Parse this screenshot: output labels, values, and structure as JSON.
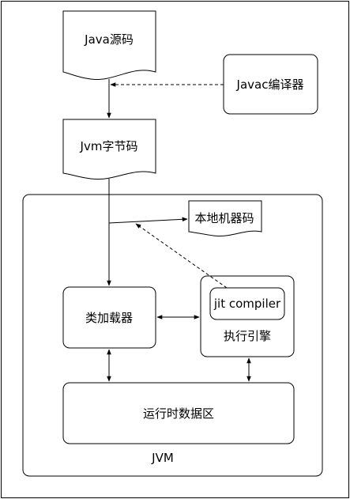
{
  "nodes": {
    "java_source": "Java源码",
    "javac_compiler": "Javac编译器",
    "jvm_bytecode": "Jvm字节码",
    "native_code": "本地机器码",
    "class_loader": "类加载器",
    "jit_compiler": "jit compiler",
    "execution_engine": "执行引擎",
    "runtime_data_area": "运行时数据区",
    "jvm": "JVM"
  },
  "colors": {
    "stroke": "#000000",
    "background": "#ffffff",
    "text": "#000000"
  }
}
